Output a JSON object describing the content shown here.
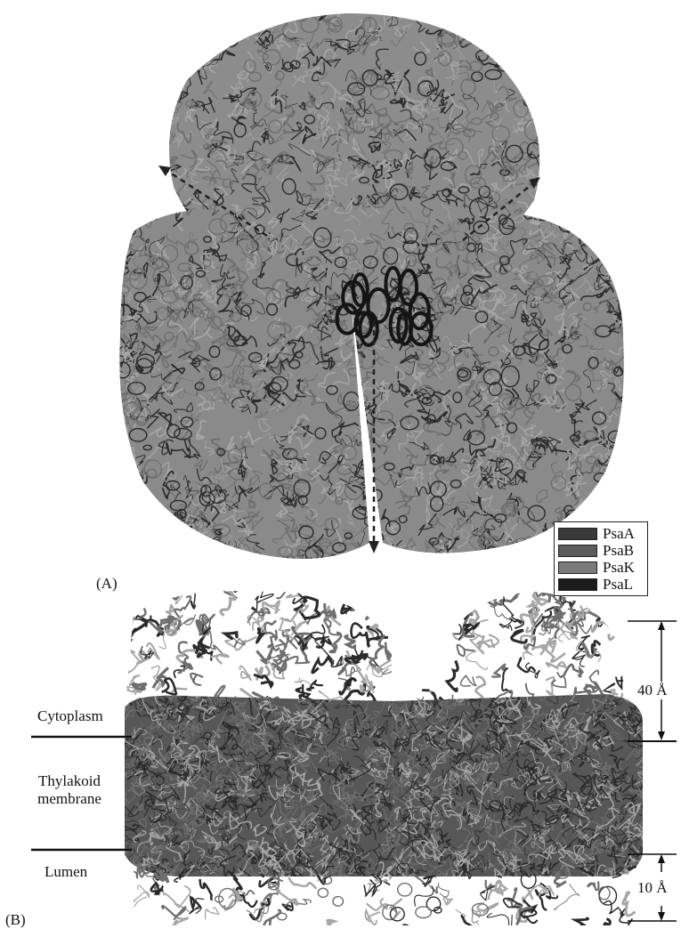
{
  "panel_a": {
    "label": "(A)",
    "legend": [
      {
        "name": "PsaA",
        "color": "#3a3a3a"
      },
      {
        "name": "PsaB",
        "color": "#5c5c5c"
      },
      {
        "name": "PsaK",
        "color": "#7a7a7a"
      },
      {
        "name": "PsaL",
        "color": "#1c1c1c"
      }
    ]
  },
  "panel_b": {
    "label": "(B)",
    "regions": {
      "cytoplasm": "Cytoplasm",
      "membrane_line1": "Thylakoid",
      "membrane_line2": "membrane",
      "lumen": "Lumen"
    },
    "scale": {
      "top": "40 Å",
      "bottom": "10 Å"
    }
  },
  "colors": {
    "protein_dark": "#2a2a2a",
    "protein_mid": "#6e6e6e",
    "protein_light": "#a6a6a6"
  }
}
